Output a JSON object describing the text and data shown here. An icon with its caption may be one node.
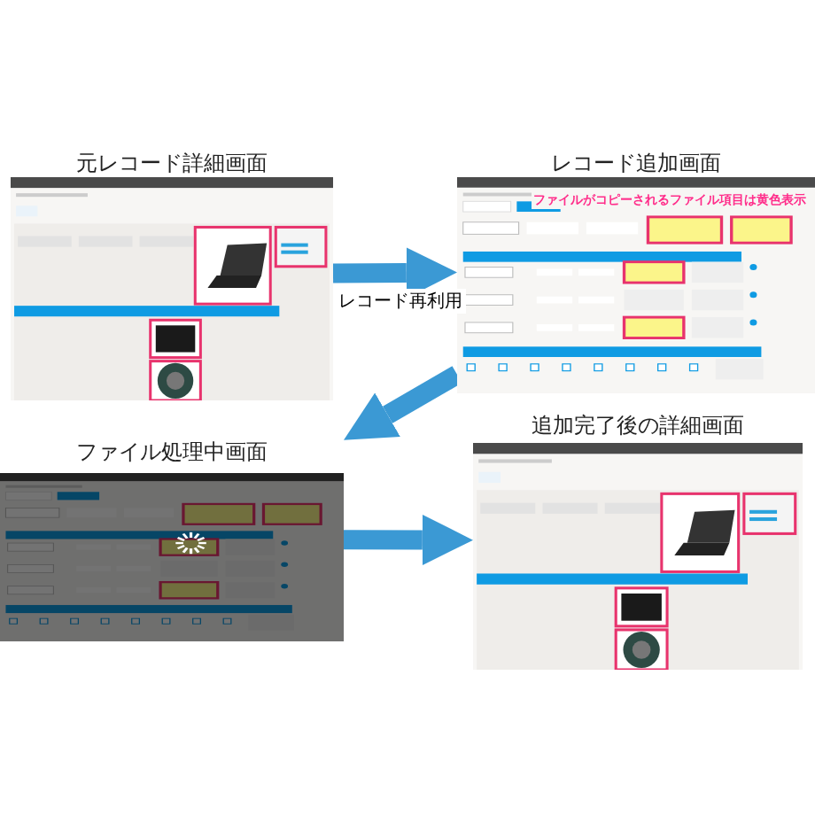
{
  "diagram": {
    "nodes": [
      {
        "text": [
          "元レコード詳細画面"
        ]
      },
      {
        "text": [
          "レコード追加画面"
        ]
      },
      {
        "text": [
          "ファイル処理中画面"
        ]
      },
      {
        "text": [
          "追加完了後の詳細画面"
        ]
      }
    ],
    "edges": [
      {
        "from": 0,
        "to": 1,
        "arrow": "to",
        "label": "レコード再利用"
      },
      {
        "from": 1,
        "to": 2,
        "arrow": "to"
      },
      {
        "from": 2,
        "to": 3,
        "arrow": "to"
      }
    ],
    "labels": [
      "ファイルがコピーされるファイル項目は黄色表示"
    ]
  }
}
